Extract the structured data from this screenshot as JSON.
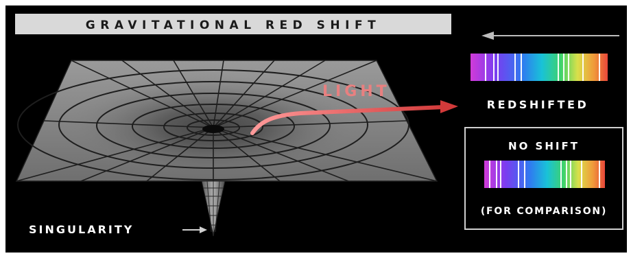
{
  "title": "GRAVITATIONAL RED SHIFT",
  "labels": {
    "light": "LIGHT",
    "redshifted": "REDSHIFTED",
    "no_shift": "NO SHIFT",
    "comparison": "(FOR COMPARISON)",
    "singularity": "SINGULARITY"
  },
  "colors": {
    "background": "#000000",
    "title_banner": "#d9d9d9",
    "title_text": "#1a1a1a",
    "grid_surface": "#8a8a8a",
    "grid_lines": "#1e1e1e",
    "light_arrow": "#e06060",
    "light_text": "#e88080",
    "label_text": "#ffffff"
  },
  "spectra": {
    "redshifted_lines": "absorption lines shifted toward red",
    "reference_lines": "absorption lines at rest positions"
  }
}
